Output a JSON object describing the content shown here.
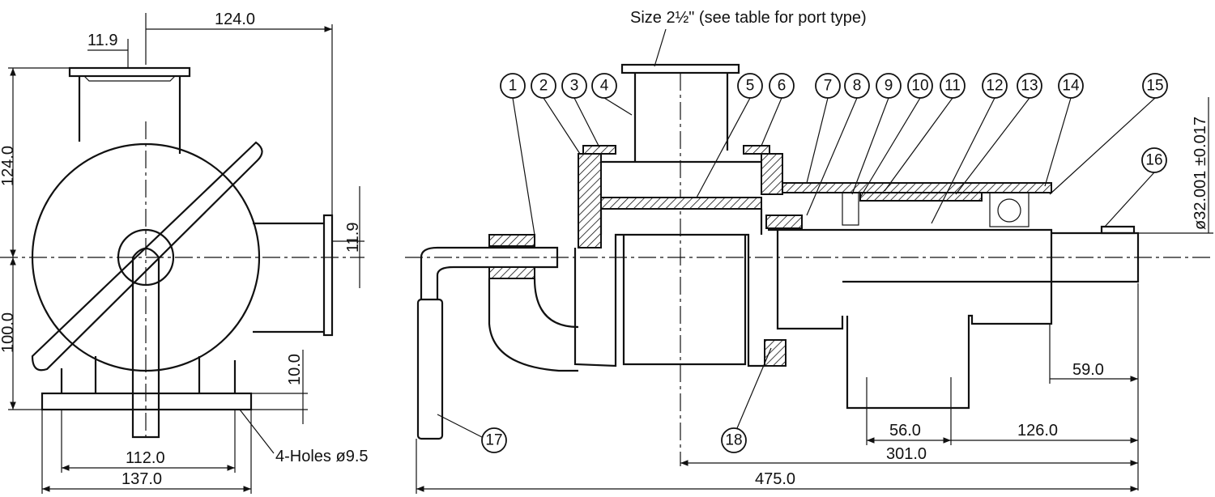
{
  "header": {
    "size_note": "Size 2½\" (see table for port type)"
  },
  "end_view": {
    "dims": {
      "width_top": "124.0",
      "offset_top": "11.9",
      "height_left": "124.0",
      "lower_left": "100.0",
      "offset_right": "11.9",
      "foot_height": "10.0",
      "hole_spacing": "112.0",
      "base_width": "137.0"
    },
    "holes_note": "4-Holes ø9.5"
  },
  "side_view": {
    "balloons": [
      "1",
      "2",
      "3",
      "4",
      "5",
      "6",
      "7",
      "8",
      "9",
      "10",
      "11",
      "12",
      "13",
      "14",
      "15",
      "16",
      "17",
      "18"
    ],
    "dims": {
      "shaft_diameter": "ø32.001 ±0.017",
      "shaft_ext": "59.0",
      "foot_inner": "56.0",
      "foot_to_end": "126.0",
      "center_to_end": "301.0",
      "overall_length": "475.0"
    }
  }
}
